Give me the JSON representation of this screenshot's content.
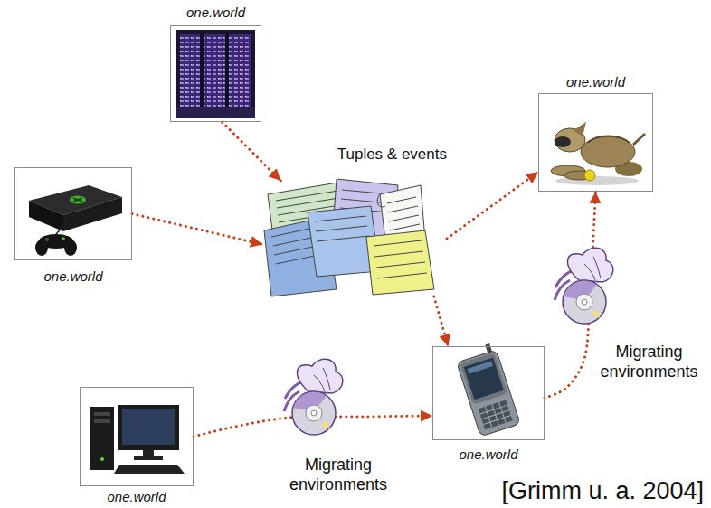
{
  "diagram": {
    "nodes": [
      {
        "text": [
          "one.world"
        ]
      },
      {
        "text": [
          "one.world"
        ]
      },
      {
        "text": [
          "Tuples & events"
        ]
      },
      {
        "text": [
          "one.world"
        ]
      },
      {
        "text": [
          "one.world"
        ]
      },
      {
        "text": [
          "one.world"
        ]
      }
    ],
    "edges": [
      {
        "from": 0,
        "to": 2,
        "arrow": "to"
      },
      {
        "from": 3,
        "to": 2,
        "arrow": "to"
      },
      {
        "from": 2,
        "to": 1,
        "arrow": "to"
      },
      {
        "from": 2,
        "to": 4,
        "arrow": "to"
      },
      {
        "from": 5,
        "to": 4,
        "label": "Migrating environments",
        "arrow": "to"
      },
      {
        "from": 4,
        "to": 1,
        "label": "Migrating environments",
        "arrow": "to"
      }
    ],
    "labels": [
      "[Grimm u. a. 2004]"
    ]
  }
}
